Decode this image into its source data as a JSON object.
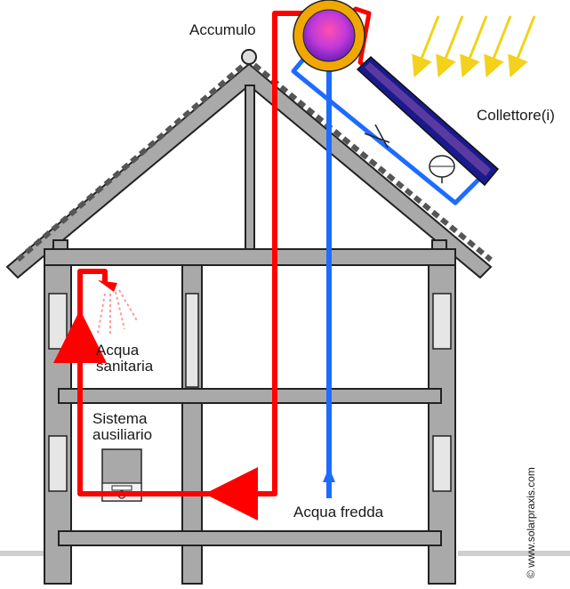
{
  "labels": {
    "storage": "Accumulo",
    "collectors": "Collettore(i)",
    "hot_water_line1": "Acqua",
    "hot_water_line2": "sanitaria",
    "auxiliary_line1": "Sistema",
    "auxiliary_line2": "ausiliario",
    "cold_water": "Acqua fredda"
  },
  "copyright": "© www.solarpraxis.com",
  "colors": {
    "hot": "#ff0000",
    "cold": "#1e6cff",
    "structure_fill": "#a9a9a9",
    "structure_stroke": "#222222",
    "sun_arrows": "#f2d21a",
    "tank_outer": "#f0a800",
    "tank_inner": "#9b2bd8",
    "collector": "#1a1a8c",
    "ground": "#cfcfcf"
  }
}
